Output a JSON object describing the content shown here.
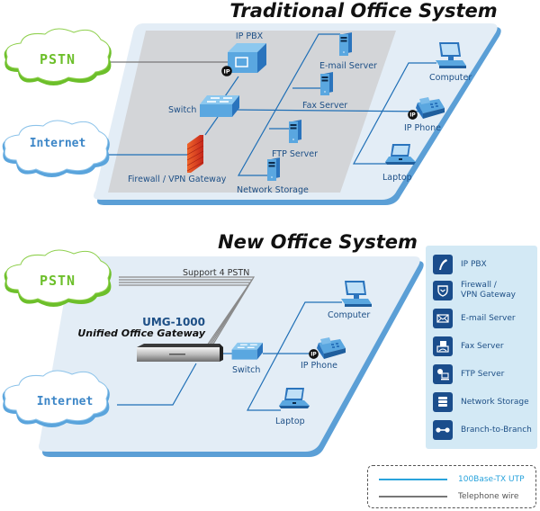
{
  "traditional": {
    "title": "Traditional Office System",
    "clouds": {
      "pstn": "PSTN",
      "internet": "Internet"
    },
    "labels": {
      "ip_pbx": "IP PBX",
      "switch": "Switch",
      "firewall": "Firewall / VPN Gateway",
      "email_server": "E-mail Server",
      "fax_server": "Fax Server",
      "ftp_server": "FTP Server",
      "network_storage": "Network Storage",
      "computer": "Computer",
      "ip_phone": "IP Phone",
      "laptop": "Laptop"
    },
    "ip_badge": "IP"
  },
  "new_system": {
    "title": "New Office System",
    "clouds": {
      "pstn": "PSTN",
      "internet": "Internet"
    },
    "support_label": "Support 4 PSTN",
    "device_model": "UMG-1000",
    "device_name": "Unified Office Gateway",
    "labels": {
      "switch": "Switch",
      "computer": "Computer",
      "ip_phone": "IP Phone",
      "laptop": "Laptop"
    },
    "ip_badge": "IP"
  },
  "feature_legend": {
    "items": [
      {
        "icon": "phone-handset-icon",
        "label": "IP PBX"
      },
      {
        "icon": "shield-icon",
        "label": "Firewall /",
        "label2": "VPN Gateway"
      },
      {
        "icon": "envelope-icon",
        "label": "E-mail Server"
      },
      {
        "icon": "fax-icon",
        "label": "Fax Server"
      },
      {
        "icon": "ftp-globe-icon",
        "label": "FTP Server"
      },
      {
        "icon": "database-icon",
        "label": "Network Storage"
      },
      {
        "icon": "link-icon",
        "label": "Branch-to-Branch"
      }
    ]
  },
  "wire_legend": {
    "utp": {
      "label": "100Base-TX UTP",
      "color": "#29a3dc"
    },
    "phone": {
      "label": "Telephone wire",
      "color": "#777777"
    }
  },
  "colors": {
    "platform_light": "#e3edf6",
    "platform_edge": "#5b9fd6",
    "platform_inner": "#d3d5d8",
    "line_blue": "#1f6fb6",
    "pstn_green": "#6cbf2a",
    "internet_blue": "#5aa4dc"
  }
}
